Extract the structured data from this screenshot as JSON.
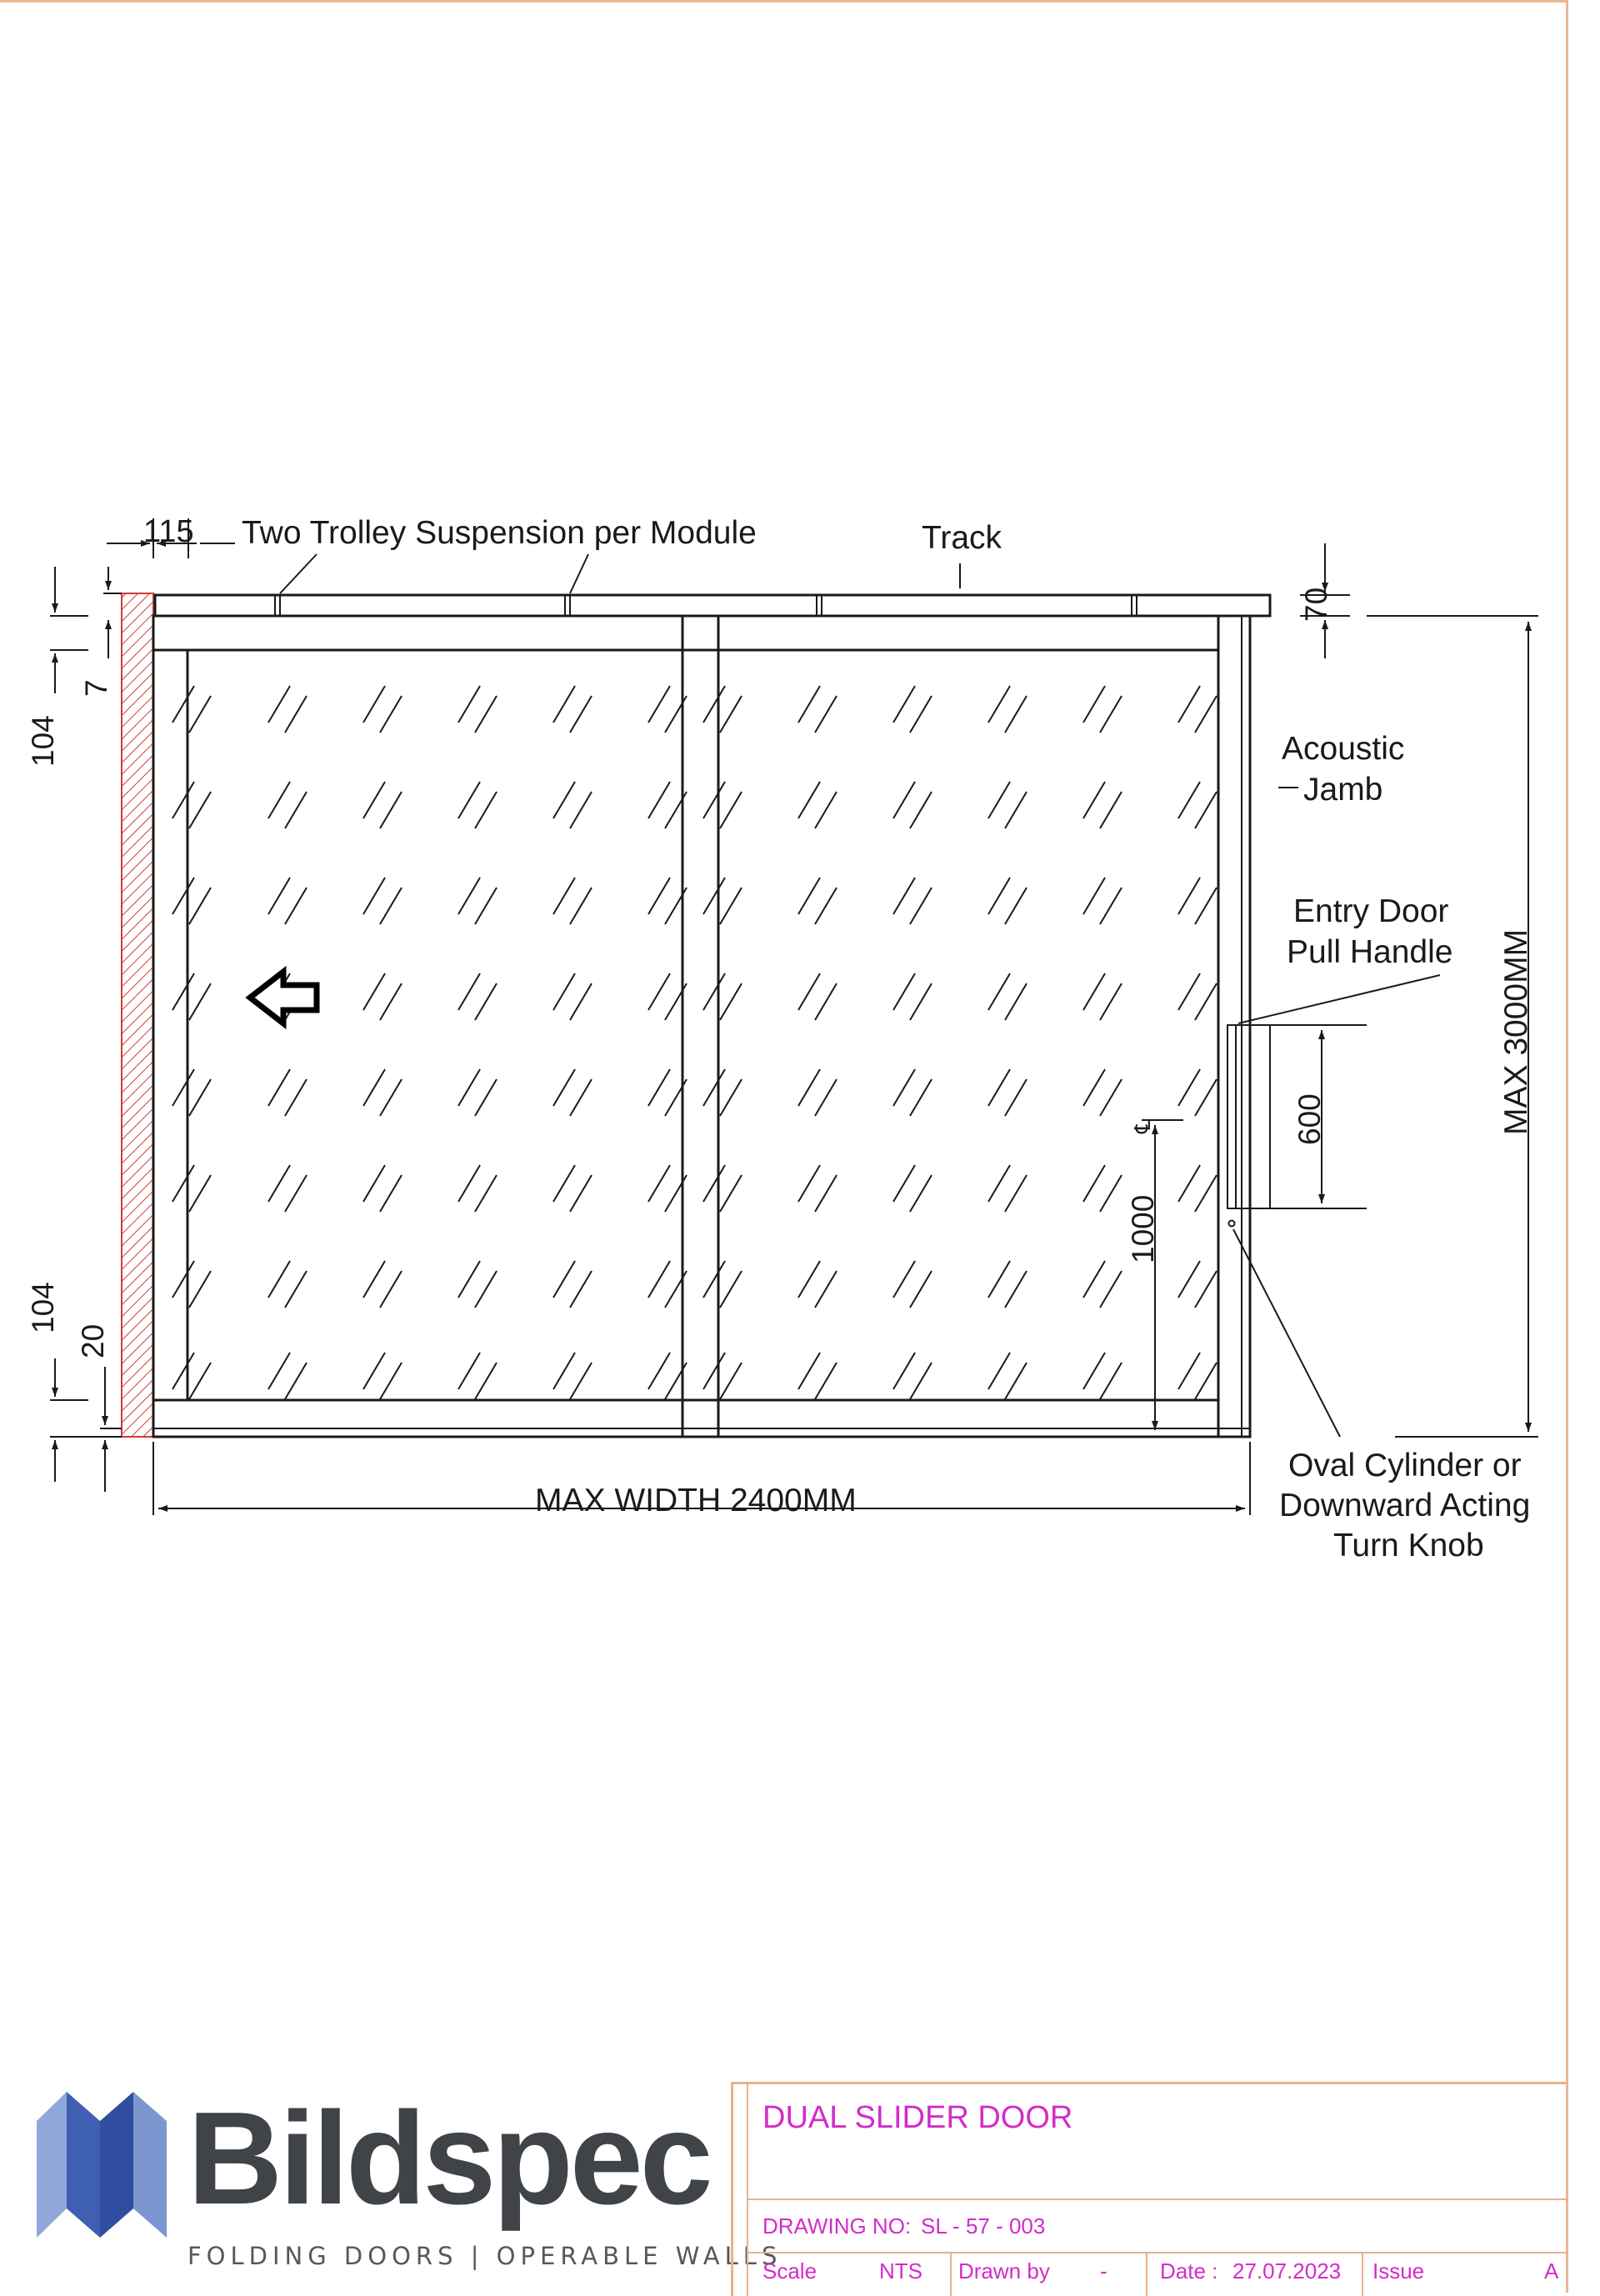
{
  "labels": {
    "dim_115": "115",
    "trolley": "Two Trolley Suspension per Module",
    "track": "Track",
    "dim_70": "70",
    "dim_7": "7",
    "dim_104_top": "104",
    "dim_104_bottom": "104",
    "dim_20": "20",
    "acoustic_jamb_1": "Acoustic",
    "acoustic_jamb_2": "Jamb",
    "entry_door_1": "Entry Door",
    "entry_door_2": "Pull Handle",
    "max_height": "MAX 3000MM",
    "dim_600": "600",
    "dim_1000": "1000",
    "centreline": "℄",
    "max_width": "MAX WIDTH 2400MM",
    "oval_1": "Oval Cylinder or",
    "oval_2": "Downward Acting",
    "oval_3": "Turn Knob"
  },
  "logo": {
    "wordmark": "Bildspec",
    "tagline": "FOLDING DOORS  |  OPERABLE WALLS"
  },
  "title_block": {
    "title": "DUAL SLIDER DOOR",
    "drawing_no_label": "DRAWING NO:",
    "drawing_no": "SL - 57 - 003",
    "scale_label": "Scale",
    "scale": "NTS",
    "drawn_by_label": "Drawn by",
    "drawn_by": "-",
    "date_label": "Date :",
    "date": "27.07.2023",
    "issue_label": "Issue",
    "issue": "A"
  },
  "colors": {
    "line": "#1a1a1a",
    "wall_hatch": "#d23a3a",
    "title_text": "#d32cc8",
    "title_rule": "#e6b38a",
    "logo_blue": "#2f4ea0"
  }
}
